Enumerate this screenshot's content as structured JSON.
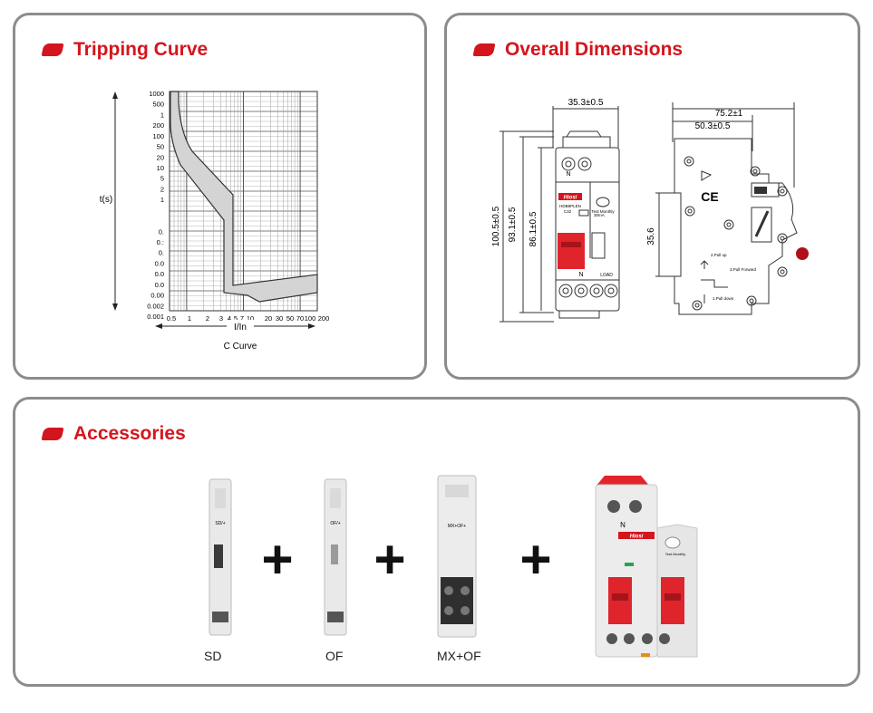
{
  "colors": {
    "accent": "#d4151d",
    "border": "#8c8c8c",
    "band_fill": "#d4d4d4",
    "grid": "#9a9a9a"
  },
  "tripping": {
    "title": "Tripping Curve",
    "y_label": "t(s)",
    "y_ticks": [
      "1000",
      "500",
      "1",
      "200",
      "100",
      "50",
      "20",
      "10",
      "5",
      "2",
      "1",
      "",
      "",
      "0.",
      "0.:",
      "0.",
      "0.0",
      "0.0",
      "0.0",
      "0.00",
      "0.002",
      "0.001"
    ],
    "x_ticks": [
      "0.5",
      "1",
      "2",
      "3",
      "4",
      "5",
      "7",
      "10",
      "20",
      "30",
      "50",
      "70",
      "100",
      "200"
    ],
    "x_label": "I/In",
    "caption": "C Curve"
  },
  "dimensions": {
    "title": "Overall Dimensions",
    "front": {
      "width": "35.3±0.5",
      "height_overall": "100.5±0.5",
      "height_body": "93.1±0.5",
      "height_inner": "86.1±0.5"
    },
    "side": {
      "depth_overall": "75.2±1",
      "depth_body": "50.3±0.5",
      "rail": "35.6"
    },
    "device_text": {
      "brand": "Hiosi",
      "model": "HDB8PLEN",
      "rating": "C32",
      "sens": "30mA",
      "test": "Test Monthly",
      "n": "N",
      "load": "LOAD"
    },
    "side_text": {
      "pull_up": "2.Pull up",
      "pull_forward": "3.Pull Forward",
      "pull_down": "1.Pull down"
    }
  },
  "accessories": {
    "title": "Accessories",
    "items": [
      {
        "label": "SD",
        "module_text": "SD/+"
      },
      {
        "label": "OF",
        "module_text": "OF/+"
      },
      {
        "label": "MX+OF",
        "module_text": "MX+OF+"
      }
    ],
    "plus": "+",
    "breaker": {
      "brand": "Hiosi",
      "n": "N",
      "test": "Test Monthly"
    }
  }
}
